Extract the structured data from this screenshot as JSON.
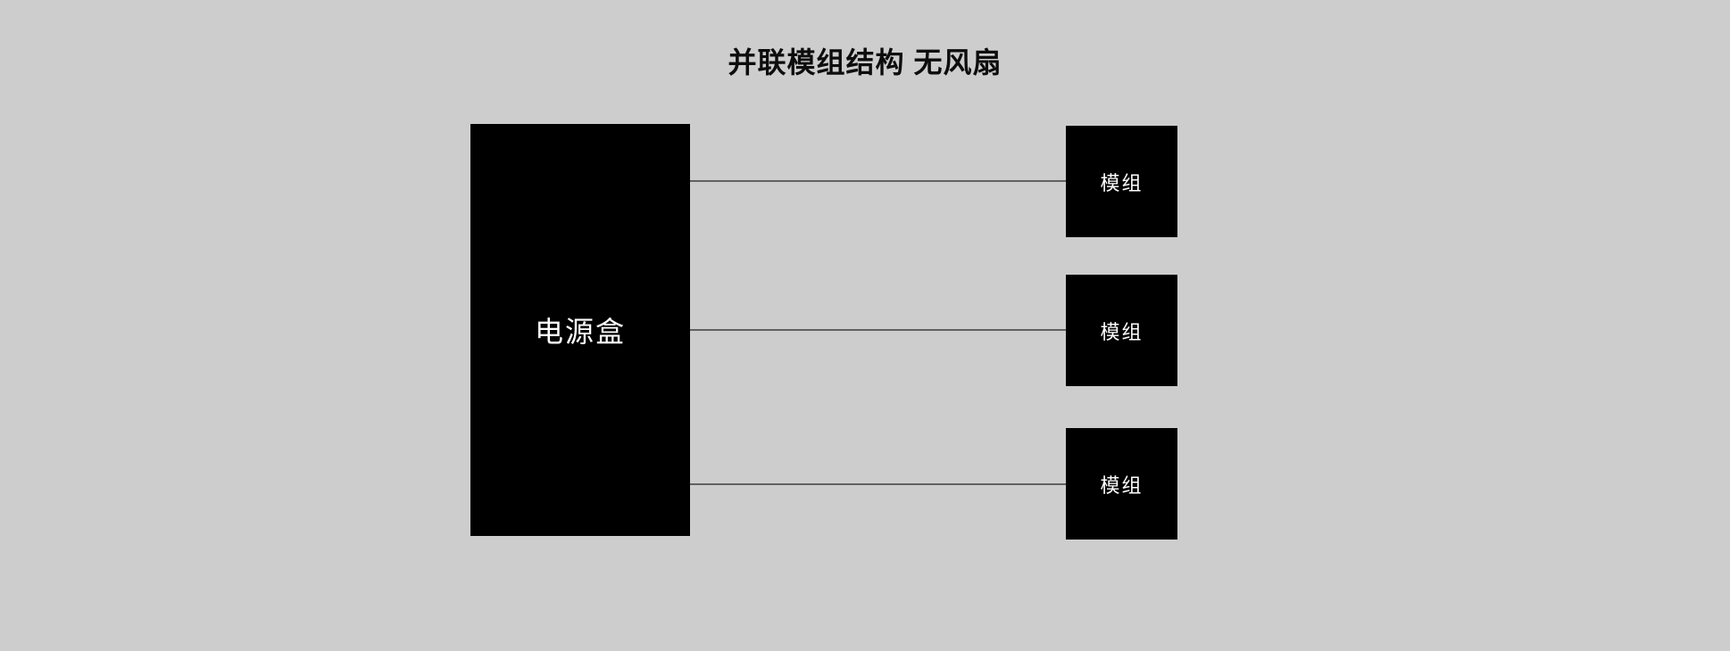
{
  "diagram": {
    "title": "并联模组结构 无风扇",
    "colors": {
      "background": "#cdcdcd",
      "node_fill": "#000000",
      "node_text": "#ffffff",
      "connector": "#616161",
      "title_text": "#0d0d0d"
    },
    "power_box": {
      "label": "电源盒"
    },
    "modules": [
      {
        "label": "模组"
      },
      {
        "label": "模组"
      },
      {
        "label": "模组"
      }
    ],
    "connector_count": 3
  }
}
